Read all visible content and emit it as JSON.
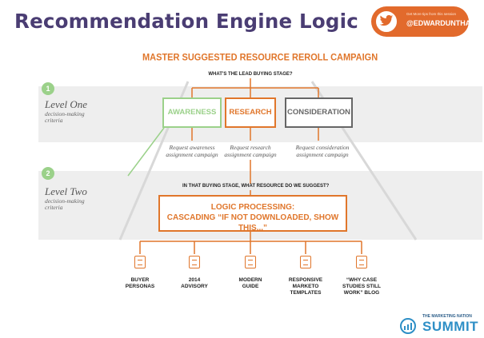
{
  "slide": {
    "title": "Recommendation Engine Logic",
    "twitter": {
      "small_text": "Get More tips from this session",
      "handle": "@EDWARDUNTHANK"
    },
    "summit": {
      "small": "THE MARKETING NATION",
      "big": "SUMMIT"
    }
  },
  "diagram": {
    "heading": "MASTER SUGGESTED RESOURCE REROLL CAMPAIGN",
    "question_one": "WHAT'S THE LEAD BUYING STAGE?",
    "level_one": {
      "number": "1",
      "title": "Level One",
      "subtitle_line1": "decision-making",
      "subtitle_line2": "criteria"
    },
    "level_two": {
      "number": "2",
      "title": "Level Two",
      "subtitle_line1": "decision-making",
      "subtitle_line2": "criteria"
    },
    "stages": [
      {
        "label": "AWARENESS",
        "color": "#9bd18a"
      },
      {
        "label": "RESEARCH",
        "color": "#e0762b"
      },
      {
        "label": "CONSIDERATION",
        "color": "#666666"
      }
    ],
    "requests": [
      {
        "line1": "Request awareness",
        "line2": "assignment campaign"
      },
      {
        "line1": "Request research",
        "line2": "assignment campaign"
      },
      {
        "line1": "Request consideration",
        "line2": "assignment campaign"
      }
    ],
    "question_two": "IN THAT BUYING STAGE, WHAT RESOURCE DO WE SUGGEST?",
    "logic": {
      "line1": "LOGIC PROCESSING:",
      "line2": "CASCADING “IF NOT DOWNLOADED, SHOW THIS...”"
    },
    "resources": [
      {
        "line1": "BUYER",
        "line2": "PERSONAS",
        "line3": ""
      },
      {
        "line1": "2014",
        "line2": "ADVISORY",
        "line3": ""
      },
      {
        "line1": "MODERN",
        "line2": "GUIDE",
        "line3": ""
      },
      {
        "line1": "RESPONSIVE",
        "line2": "MARKETO",
        "line3": "TEMPLATES"
      },
      {
        "line1": "“WHY CASE",
        "line2": "STUDIES STILL",
        "line3": "WORK” BLOG"
      }
    ],
    "colors": {
      "accent": "#e0762b",
      "green": "#9bd18a",
      "gray": "#666666",
      "title": "#4a3d73"
    }
  }
}
